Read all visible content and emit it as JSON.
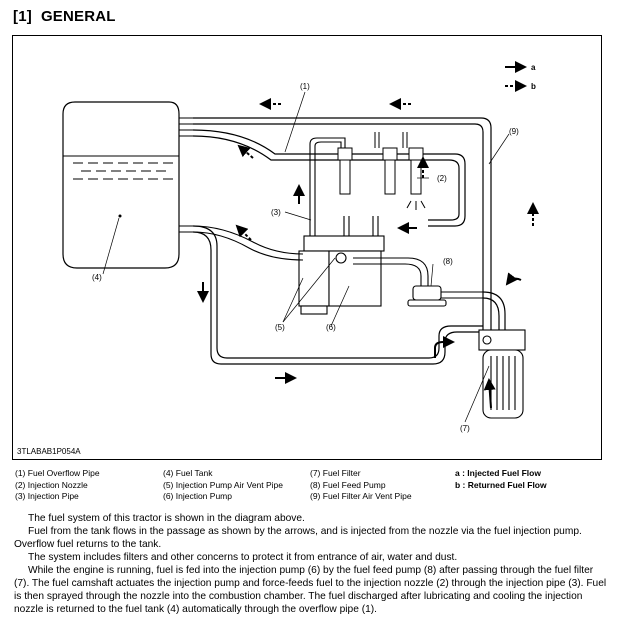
{
  "header": {
    "number": "[1]",
    "title": "GENERAL"
  },
  "diagram": {
    "code": "3TLABAB1P054A",
    "arrow_key": {
      "a": "a",
      "b": "b"
    },
    "labels": {
      "l1": "(1)",
      "l2": "(2)",
      "l3": "(3)",
      "l4": "(4)",
      "l5": "(5)",
      "l6": "(6)",
      "l7": "(7)",
      "l8": "(8)",
      "l9": "(9)"
    }
  },
  "legend": {
    "col1": [
      "(1) Fuel Overflow Pipe",
      "(2) Injection Nozzle",
      "(3) Injection Pipe"
    ],
    "col2": [
      "(4) Fuel Tank",
      "(5) Injection Pump Air Vent Pipe",
      "(6) Injection Pump"
    ],
    "col3": [
      "(7) Fuel Filter",
      "(8) Fuel Feed Pump",
      "(9) Fuel Filter Air Vent Pipe"
    ],
    "col4": [
      "a :  Injected Fuel Flow",
      "b :  Returned Fuel Flow"
    ]
  },
  "description": [
    "The fuel system of this tractor is shown in the diagram above.",
    "Fuel from the tank flows in the passage as shown by the arrows, and is injected from the nozzle via the fuel injection pump.  Overflow fuel returns to the tank.",
    "The system includes filters and other concerns to protect it from entrance of air, water and dust.",
    "While the engine is running, fuel is fed into the injection pump (6) by the fuel feed pump (8) after passing through the fuel filter (7). The fuel camshaft actuates the injection pump and force-feeds fuel to the injection nozzle (2) through the injection pipe (3).  Fuel is then sprayed through the nozzle into the combustion chamber.  The fuel discharged after lubricating and cooling the injection nozzle is returned to the fuel tank (4) automatically through the overflow pipe (1)."
  ]
}
